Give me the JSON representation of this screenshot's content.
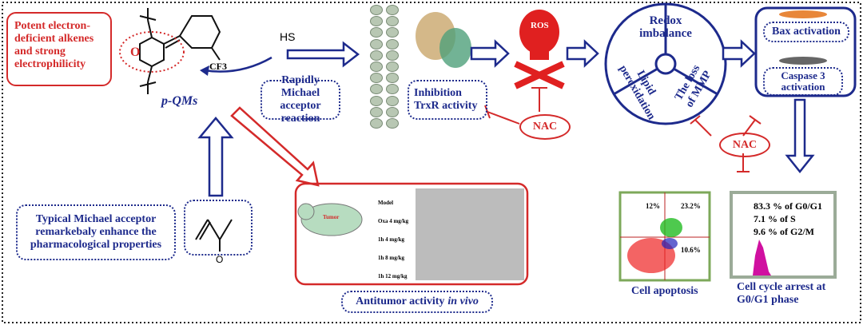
{
  "colors": {
    "red": "#d42a2a",
    "blue": "#1d2a8c"
  },
  "properties_box": "Potent electron-deficient alkenes and strong electrophilicity",
  "molecule": {
    "label": "p-QMs",
    "cf3": "CF3",
    "o": "O"
  },
  "thiol": "HS",
  "michael_reaction": "Rapidly Michael acceptor reaction",
  "inhibition": "Inhibition TrxR activity",
  "ros": "ROS",
  "nac": "NAC",
  "circle": {
    "top": "Redox imbalance",
    "left": "Lipid peroxidation",
    "right": "The loss of MMP"
  },
  "bax": "Bax activation",
  "caspase": "Caspase 3 activation",
  "typical_box": "Typical Michael acceptor remarkebaly enhance the pharmacological properties",
  "acrylamide_o": "O",
  "invivo": {
    "tumor": "Tumor",
    "rows": [
      "Model",
      "Oxa 4 mg/kg",
      "1h 4 mg/kg",
      "1h 8 mg/kg",
      "1h 12 mg/kg"
    ],
    "caption": "Antitumor activity",
    "caption_italic": "in vivo"
  },
  "apoptosis": {
    "q1": "12%",
    "q2": "23.2%",
    "q4": "10.6%",
    "caption": "Cell apoptosis"
  },
  "cycle": {
    "g0g1": "83.3 % of G0/G1",
    "s": "7.1 % of S",
    "g2m": "9.6 % of G2/M",
    "caption": "Cell cycle arrest at G0/G1 phase"
  }
}
